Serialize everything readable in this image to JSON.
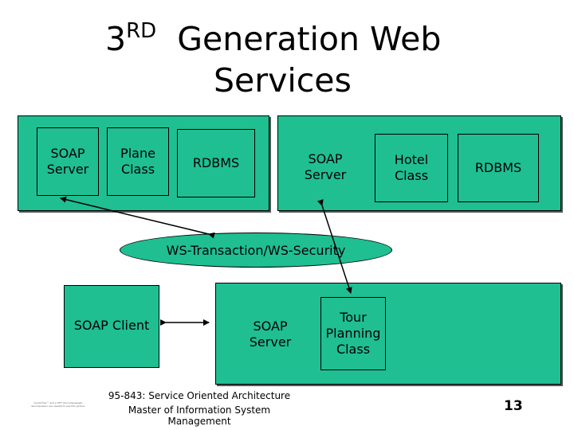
{
  "title": {
    "line1_prefix": "3",
    "line1_sup": "RD",
    "line1_rest": "Generation Web",
    "line2": "Services"
  },
  "left_group": {
    "soap_server": "SOAP\nServer",
    "plane_class": "Plane\nClass",
    "rdbms": "RDBMS"
  },
  "right_group": {
    "soap_server": "SOAP\nServer",
    "hotel_class": "Hotel\nClass",
    "rdbms": "RDBMS"
  },
  "middle": {
    "ellipse_label": "WS-Transaction/WS-Security"
  },
  "bottom_group": {
    "soap_client": "SOAP Client",
    "soap_server": "SOAP\nServer",
    "tour_planning": "Tour\nPlanning\nClass"
  },
  "footer": {
    "course": "95-843: Service Oriented Architecture",
    "program_line1": "Master of Information System",
    "program_line2": "Management",
    "page_number": "13"
  },
  "colors": {
    "box_fill": "#1fbf92",
    "border": "#000000"
  }
}
